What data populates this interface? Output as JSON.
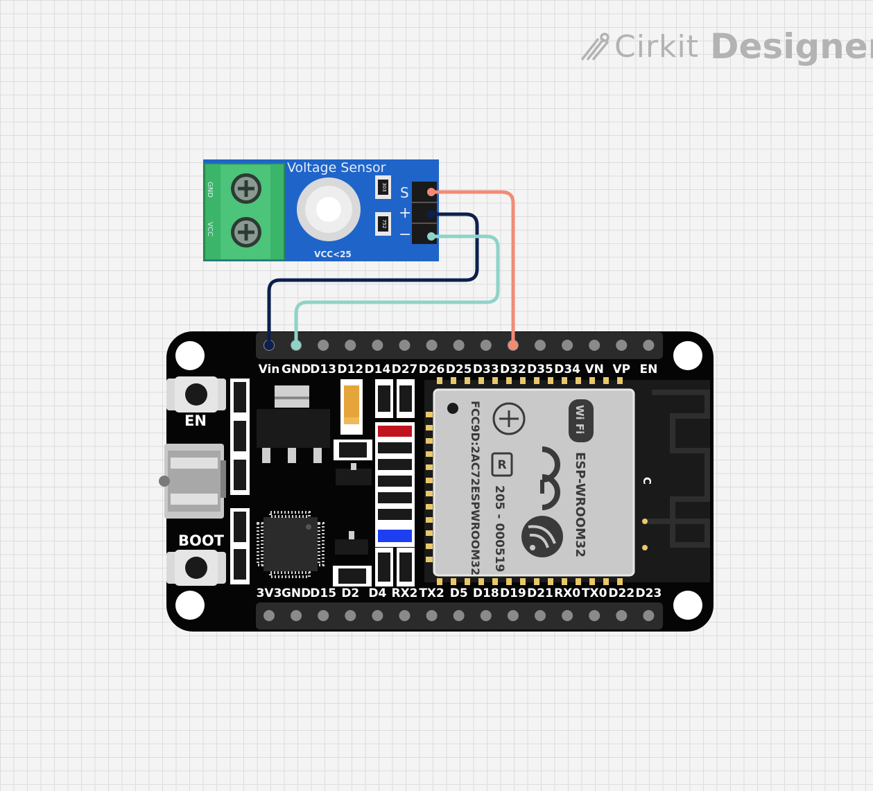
{
  "brand": {
    "name": "Cirkit",
    "product": "Designer"
  },
  "sensor": {
    "title": "Voltage Sensor",
    "terminal_gnd": "GND",
    "terminal_vcc": "VCC",
    "pin_s": "S",
    "pin_plus": "+",
    "pin_minus": "−",
    "rating": "VCC<25",
    "resistor1_code": "303",
    "resistor2_code": "752"
  },
  "board": {
    "top_pins": [
      "Vin",
      "GND",
      "D13",
      "D12",
      "D14",
      "D27",
      "D26",
      "D25",
      "D33",
      "D32",
      "D35",
      "D34",
      "VN",
      "VP",
      "EN"
    ],
    "bottom_pins": [
      "3V3",
      "GND",
      "D15",
      "D2",
      "D4",
      "RX2",
      "TX2",
      "D5",
      "D18",
      "D19",
      "D21",
      "RX0",
      "TX0",
      "D22",
      "D23"
    ],
    "en_label": "EN",
    "boot_label": "BOOT",
    "module": {
      "name": "ESP-WROOM32",
      "wifi": "Wi Fi",
      "fcc": "FCC9D:2AC72ESPWROOM32",
      "cert": "205 - 000519",
      "r_mark": "R",
      "c_mark": "C"
    }
  },
  "wires": [
    {
      "from": "S",
      "to": "D32",
      "color": "#f28b74"
    },
    {
      "from": "+",
      "to": "Vin",
      "color": "#0c1f4d"
    },
    {
      "from": "−",
      "to": "GND",
      "color": "#8fd3c8"
    }
  ]
}
